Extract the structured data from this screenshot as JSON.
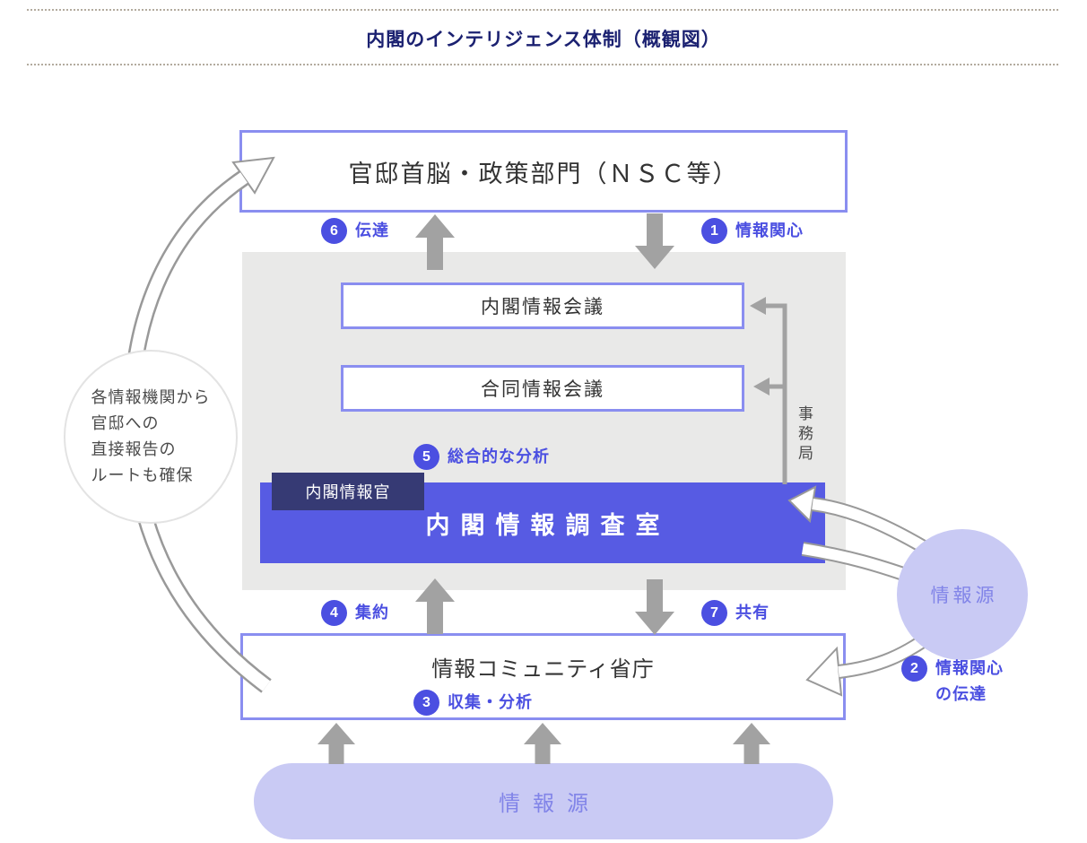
{
  "title": "内閣のインテリジェンス体制（概観図）",
  "top_box": {
    "label": "官邸首脳・政策部門（ＮＳＣ等）"
  },
  "panel": {
    "cabinet_intelligence_council": "内閣情報会議",
    "joint_intelligence_council": "合同情報会議",
    "cio_label": "内閣情報官",
    "ciro_label": "内閣情報調査室",
    "secretariat_label": "事務局"
  },
  "bottom_box": {
    "label": "情報コミュニティ省庁"
  },
  "sources_pill": {
    "label": "情報源"
  },
  "sources_circle": {
    "label": "情報源"
  },
  "left_note": {
    "lines": [
      "各情報機関から",
      "官邸への",
      "直接報告の",
      "ルートも確保"
    ]
  },
  "steps": {
    "s1": {
      "num": "1",
      "label": "情報関心"
    },
    "s2": {
      "num": "2",
      "label_line1": "情報関心",
      "label_line2": "の伝達"
    },
    "s3": {
      "num": "3",
      "label": "収集・分析"
    },
    "s4": {
      "num": "4",
      "label": "集約"
    },
    "s5": {
      "num": "5",
      "label": "総合的な分析"
    },
    "s6": {
      "num": "6",
      "label": "伝達"
    },
    "s7": {
      "num": "7",
      "label": "共有"
    }
  },
  "colors": {
    "accent_purple": "#4b4fe1",
    "box_border_purple": "#8a8ef0",
    "ciro_fill": "#575be3",
    "cio_dark_navy": "#363a74",
    "light_purple_fill": "#c9caf4",
    "panel_gray": "#e9e9e8",
    "arrow_gray": "#a2a2a2",
    "title_navy": "#1b2171"
  }
}
